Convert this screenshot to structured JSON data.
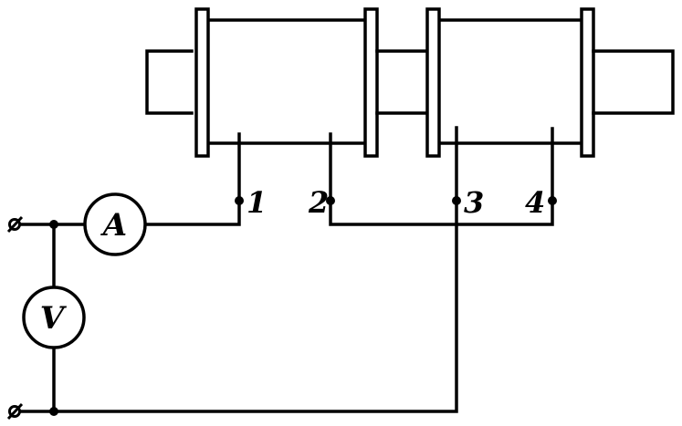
{
  "meters": {
    "ammeter": "A",
    "voltmeter": "V"
  },
  "terminals": [
    "1",
    "2",
    "3",
    "4"
  ]
}
